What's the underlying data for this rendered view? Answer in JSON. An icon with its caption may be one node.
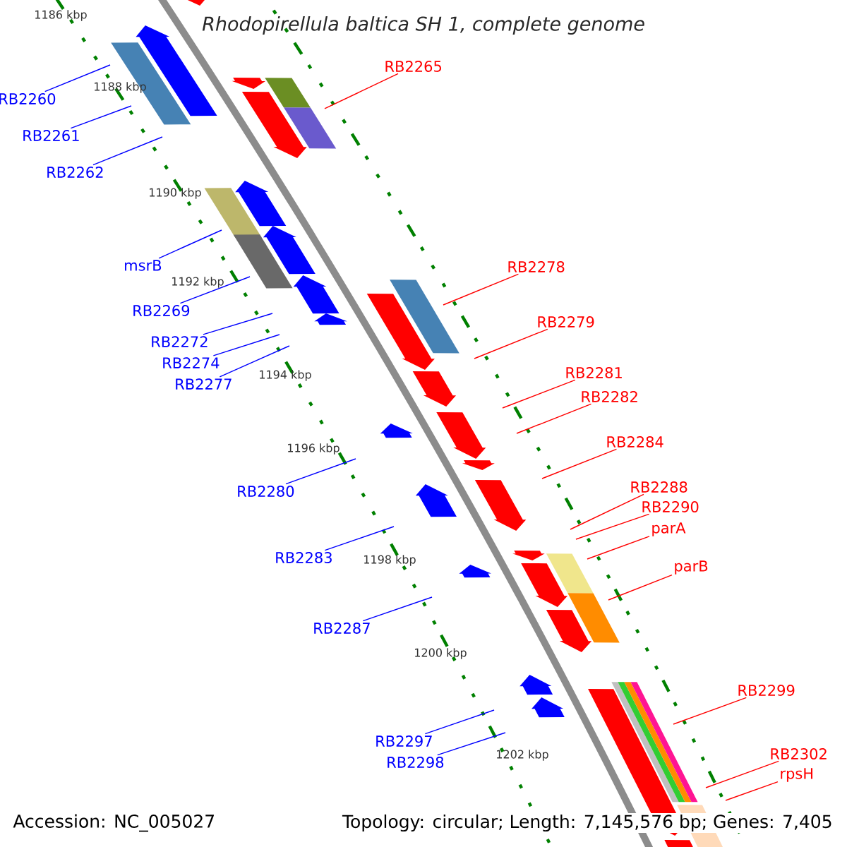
{
  "diagram": {
    "title": "*Rhodopirellula baltica* SH 1, complete genome",
    "nodes": [
      {
        "text": [
          "RB2260"
        ]
      },
      {
        "text": [
          "RB2261"
        ]
      },
      {
        "text": [
          "RB2262"
        ]
      },
      {
        "text": [
          "msrB"
        ]
      },
      {
        "text": [
          "RB2269"
        ]
      },
      {
        "text": [
          "RB2272"
        ]
      },
      {
        "text": [
          "RB2274"
        ]
      },
      {
        "text": [
          "RB2277"
        ]
      },
      {
        "text": [
          "RB2280"
        ]
      },
      {
        "text": [
          "RB2283"
        ]
      },
      {
        "text": [
          "RB2287"
        ]
      },
      {
        "text": [
          "RB2297"
        ]
      },
      {
        "text": [
          "RB2298"
        ]
      },
      {
        "text": [
          "RB2265"
        ]
      },
      {
        "text": [
          "RB2278"
        ]
      },
      {
        "text": [
          "RB2279"
        ]
      },
      {
        "text": [
          "RB2281"
        ]
      },
      {
        "text": [
          "RB2282"
        ]
      },
      {
        "text": [
          "RB2284"
        ]
      },
      {
        "text": [
          "RB2288"
        ]
      },
      {
        "text": [
          "RB2290"
        ]
      },
      {
        "text": [
          "parA"
        ]
      },
      {
        "text": [
          "parB"
        ]
      },
      {
        "text": [
          "RB2299"
        ]
      },
      {
        "text": [
          "RB2302"
        ]
      },
      {
        "text": [
          "rpsH"
        ]
      }
    ],
    "edges": [
      {
        "from": 0,
        "to": null,
        "arrow": "none",
        "color": "#0000ff"
      },
      {
        "from": 1,
        "to": null,
        "arrow": "none",
        "color": "#0000ff"
      },
      {
        "from": 2,
        "to": null,
        "arrow": "none",
        "color": "#0000ff"
      },
      {
        "from": 3,
        "to": null,
        "arrow": "none",
        "color": "#0000ff"
      },
      {
        "from": 4,
        "to": null,
        "arrow": "none",
        "color": "#0000ff"
      },
      {
        "from": 5,
        "to": null,
        "arrow": "none",
        "color": "#0000ff"
      },
      {
        "from": 6,
        "to": null,
        "arrow": "none",
        "color": "#0000ff"
      },
      {
        "from": 7,
        "to": null,
        "arrow": "none",
        "color": "#0000ff"
      },
      {
        "from": 8,
        "to": null,
        "arrow": "none",
        "color": "#0000ff"
      },
      {
        "from": 9,
        "to": null,
        "arrow": "none",
        "color": "#0000ff"
      },
      {
        "from": 10,
        "to": null,
        "arrow": "none",
        "color": "#0000ff"
      },
      {
        "from": 11,
        "to": null,
        "arrow": "none",
        "color": "#0000ff"
      },
      {
        "from": 12,
        "to": null,
        "arrow": "none",
        "color": "#0000ff"
      },
      {
        "from": 13,
        "to": null,
        "arrow": "none",
        "color": "#ff0000"
      },
      {
        "from": 14,
        "to": null,
        "arrow": "none",
        "color": "#ff0000"
      },
      {
        "from": 15,
        "to": null,
        "arrow": "none",
        "color": "#ff0000"
      },
      {
        "from": 16,
        "to": null,
        "arrow": "none",
        "color": "#ff0000"
      },
      {
        "from": 17,
        "to": null,
        "arrow": "none",
        "color": "#ff0000"
      },
      {
        "from": 18,
        "to": null,
        "arrow": "none",
        "color": "#ff0000"
      },
      {
        "from": 19,
        "to": null,
        "arrow": "none",
        "color": "#ff0000"
      },
      {
        "from": 20,
        "to": null,
        "arrow": "none",
        "color": "#ff0000"
      },
      {
        "from": 21,
        "to": null,
        "arrow": "none",
        "color": "#ff0000"
      },
      {
        "from": 22,
        "to": null,
        "arrow": "none",
        "color": "#ff0000"
      },
      {
        "from": 23,
        "to": null,
        "arrow": "none",
        "color": "#ff0000"
      },
      {
        "from": 24,
        "to": null,
        "arrow": "none",
        "color": "#ff0000"
      },
      {
        "from": 25,
        "to": null,
        "arrow": "none",
        "color": "#ff0000"
      }
    ],
    "labels": [
      "1186 kbp",
      "1188 kbp",
      "1190 kbp",
      "1192 kbp",
      "1194 kbp",
      "1196 kbp",
      "1198 kbp",
      "1200 kbp",
      "1202 kbp",
      "Accession: NC_005027",
      "Topology: circular; Length: 7,145,576 bp; Genes: 7,405"
    ]
  }
}
